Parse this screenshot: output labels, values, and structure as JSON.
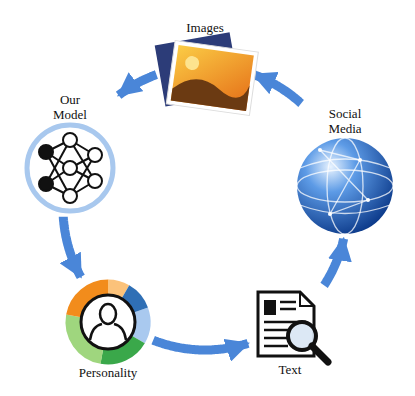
{
  "diagram": {
    "nodes": [
      {
        "text": [
          "Images"
        ]
      },
      {
        "text": [
          "Our Model"
        ]
      },
      {
        "text": [
          "Social Media"
        ]
      },
      {
        "text": [
          "Personality"
        ]
      },
      {
        "text": [
          "Text"
        ]
      }
    ],
    "edges": [
      {
        "from": 1,
        "to": 3,
        "arrow": "to"
      },
      {
        "from": 3,
        "to": 4,
        "arrow": "to"
      },
      {
        "from": 4,
        "to": 2,
        "arrow": "to"
      },
      {
        "from": 2,
        "to": 0,
        "arrow": "to"
      },
      {
        "from": 0,
        "to": 1,
        "arrow": "to"
      }
    ]
  }
}
